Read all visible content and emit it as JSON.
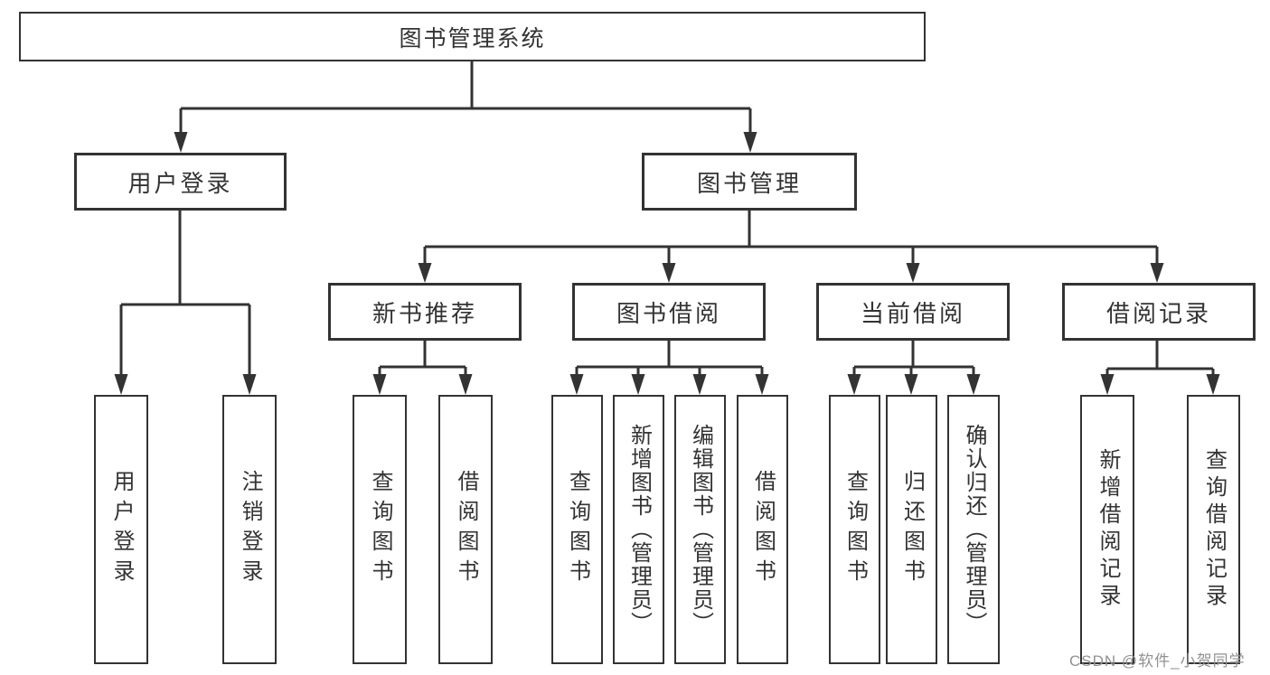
{
  "diagram": {
    "type": "hierarchy-tree",
    "colors": {
      "line": "#333333",
      "text": "#333333",
      "box_background": "#ffffff",
      "page_background": "#ffffff",
      "watermark": "#919191"
    },
    "nodes": {
      "root": {
        "label": "图书管理系统"
      },
      "user_login": {
        "label": "用户登录"
      },
      "book_mgmt": {
        "label": "图书管理"
      },
      "new_book_rec": {
        "label": "新书推荐"
      },
      "book_borrow": {
        "label": "图书借阅"
      },
      "current_borrow": {
        "label": "当前借阅"
      },
      "borrow_record": {
        "label": "借阅记录"
      },
      "leaf_user_login": {
        "label": "用户登录"
      },
      "leaf_logout": {
        "label": "注销登录"
      },
      "leaf_rec_query": {
        "label": "查询图书"
      },
      "leaf_rec_borrow": {
        "label": "借阅图书"
      },
      "leaf_bb_query": {
        "label": "查询图书"
      },
      "leaf_bb_add": {
        "label": "新增图书（管理员）"
      },
      "leaf_bb_edit": {
        "label": "编辑图书（管理员）"
      },
      "leaf_bb_borrow": {
        "label": "借阅图书"
      },
      "leaf_cb_query": {
        "label": "查询图书"
      },
      "leaf_cb_return": {
        "label": "归还图书"
      },
      "leaf_cb_confirm": {
        "label": "确认归还（管理员）"
      },
      "leaf_br_add": {
        "label": "新增借阅记录"
      },
      "leaf_br_query": {
        "label": "查询借阅记录"
      }
    },
    "hierarchy": {
      "图书管理系统": {
        "用户登录": [
          "用户登录",
          "注销登录"
        ],
        "图书管理": {
          "新书推荐": [
            "查询图书",
            "借阅图书"
          ],
          "图书借阅": [
            "查询图书",
            "新增图书（管理员）",
            "编辑图书（管理员）",
            "借阅图书"
          ],
          "当前借阅": [
            "查询图书",
            "归还图书",
            "确认归还（管理员）"
          ],
          "借阅记录": [
            "新增借阅记录",
            "查询借阅记录"
          ]
        }
      }
    },
    "watermark": {
      "text": "CSDN @软件_小贺同学"
    }
  }
}
